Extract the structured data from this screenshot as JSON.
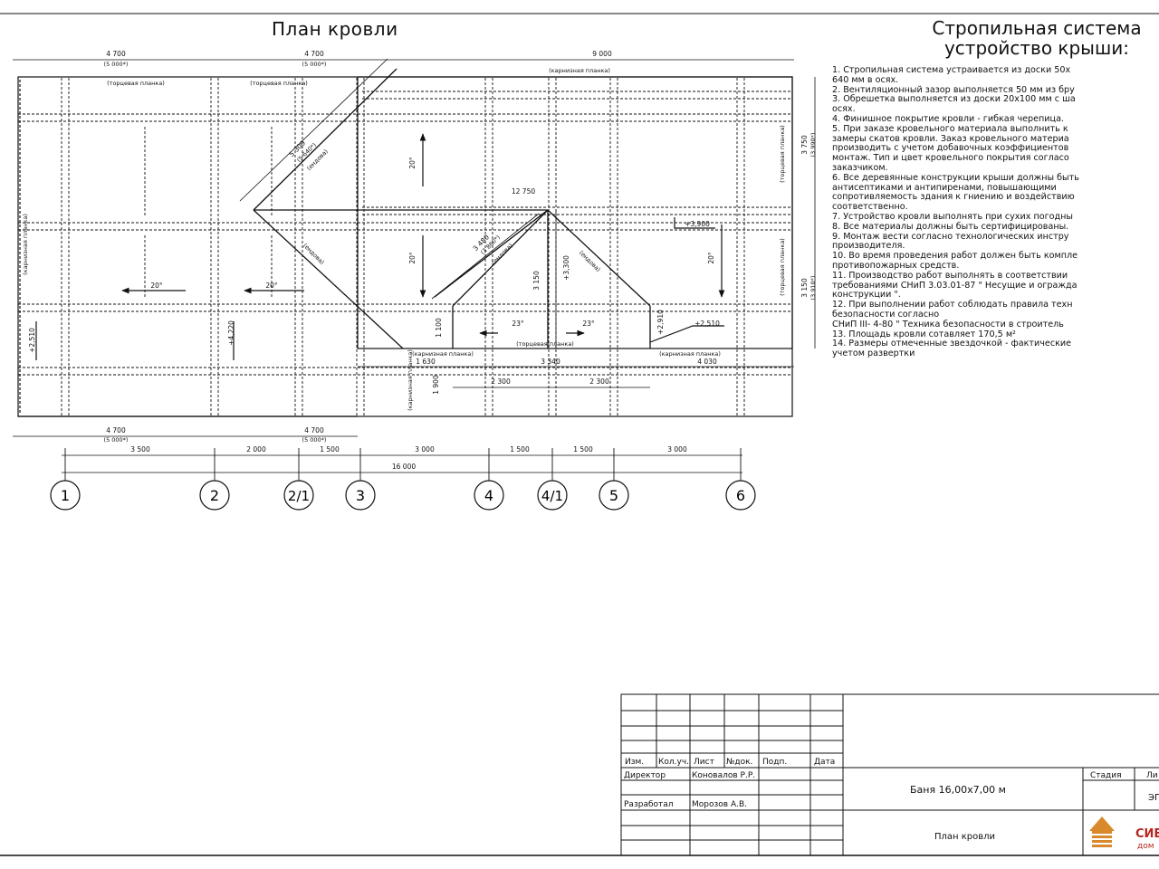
{
  "titles": {
    "plan": "План кровли",
    "rafter_line1": "Стропильная система",
    "rafter_line2": "устройство крыши:"
  },
  "notes": [
    "1. Стропильная система устраивается из доски 50х\n640 мм в осях.",
    "2. Вентиляционный зазор выполняется 50 мм из бру",
    "3. Обрешетка выполняется из доски 20х100 мм с ша\nосях.",
    "4. Финишное покрытие кровли - гибкая черепица.",
    "5. При заказе кровельного материала выполнить к\nзамеры скатов кровли. Заказ кровельного материа\nпроизводить с учетом добавочных коэффициентов\nмонтаж. Тип и цвет кровельного покрытия согласо\nзаказчиком.",
    "6. Все деревянные конструкции крыши должны быть\nантисептиками и антипиренами, повышающими\nсопротивляемость здания к гниению и воздействию\nсоответственно.",
    "7. Устройство кровли выполнять при сухих погодны",
    "8. Все материалы должны быть сертифицированы.",
    "9. Монтаж вести согласно технологических инстру\nпроизводителя.",
    "10. Во время проведения работ должен быть компле\nпротивопожарных средств.",
    "11. Производство работ выполнять в соответствии\nтребованиями СНиП 3.03.01-87 \" Несущие и огражда\nконструкции \".",
    "12. При выполнении работ соблюдать правила техн\nбезопасности согласно\nСНиП III- 4-80 \" Техника безопасности в строитель",
    "13. Площадь кровли сотавляет 170,5 м²",
    "14. Размеры отмеченные звездочкой - фактические\nучетом развертки"
  ],
  "axes": [
    "1",
    "2",
    "2/1",
    "3",
    "4",
    "4/1",
    "5",
    "6"
  ],
  "dims": {
    "top": [
      "4 700",
      "(5 000*)",
      "4 700",
      "(5 000*)",
      "9 000"
    ],
    "bottom_eaves": [
      "4 700",
      "(5 000*)",
      "4 700",
      "(5 000*)"
    ],
    "axis_chain": [
      "3 500",
      "2 000",
      "1 500",
      "3 000",
      "1 500",
      "1 500",
      "3 000"
    ],
    "overall": "16 000",
    "lower": [
      "1 630",
      "3 340",
      "4 030",
      "2 300",
      "2 300"
    ],
    "right": [
      "3 750",
      "(3 990*)",
      "3 150",
      "(3 910*)"
    ],
    "diag_a": [
      "5 300",
      "(5 640*)",
      "(ендова)"
    ],
    "diag_b": [
      "3 480",
      "(3 860*)",
      "(ендова)"
    ],
    "vertical": [
      "1 100",
      "1 900",
      "3 150",
      "+3,300"
    ],
    "ridge": "12 750"
  },
  "levels": [
    "+3,900",
    "+2,510",
    "+2,510",
    "+4,220",
    "+2,910"
  ],
  "slopes": [
    "20°",
    "20°",
    "20°",
    "20°",
    "20°",
    "23°",
    "23°"
  ],
  "edge_labels": {
    "gable": "(торцевая планка)",
    "eaves": "(карнизная планка)",
    "valley": "(ендова)"
  },
  "title_block": {
    "headers": [
      "Изм.",
      "Кол.уч.",
      "Лист",
      "№док.",
      "Подп.",
      "Дата"
    ],
    "roles": [
      {
        "role": "Директор",
        "name": "Коновалов Р.Р."
      },
      {
        "role": "Разработал",
        "name": "Морозов А.В."
      }
    ],
    "project": "Баня 16,00х7,00 м",
    "sheet_title": "План кровли",
    "stage_label": "Стадия",
    "sheet_label": "Ли",
    "stage_value": "ЭП",
    "company_short": "СИБ",
    "company_sub": "дом"
  },
  "colors": {
    "ink": "#111111",
    "logo_orange": "#d9892b",
    "logo_red": "#b5261e"
  }
}
